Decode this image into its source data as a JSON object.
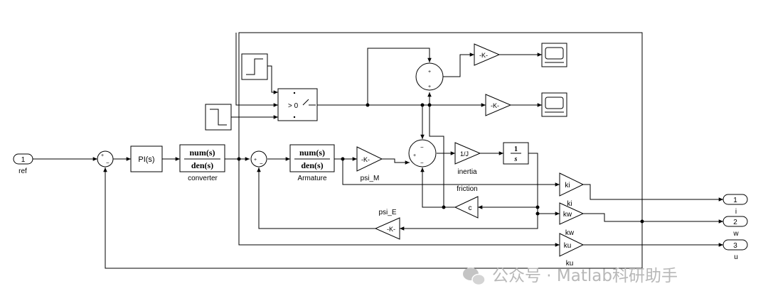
{
  "inports": [
    {
      "number": "1",
      "label": "ref"
    }
  ],
  "outports": [
    {
      "number": "1",
      "label": "i"
    },
    {
      "number": "2",
      "label": "w"
    },
    {
      "number": "3",
      "label": "u"
    }
  ],
  "blocks": {
    "pi": "PI(s)",
    "converter": {
      "num": "num(s)",
      "den": "den(s)",
      "label": "converter"
    },
    "armature": {
      "num": "num(s)",
      "den": "den(s)",
      "label": "Armature"
    },
    "psi_m": {
      "text": "-K-",
      "label": "psi_M"
    },
    "psi_e": {
      "text": "-K-",
      "label": "psi_E"
    },
    "inertia": {
      "text": "1/J",
      "label": "inertia"
    },
    "integrator": {
      "num": "1",
      "den": "s"
    },
    "friction": {
      "text": "c",
      "label": "friction"
    },
    "switch": "> 0",
    "gain_top1": "-K-",
    "gain_top2": "-K-",
    "ki": {
      "text": "ki",
      "label": "ki"
    },
    "kw": {
      "text": "kw",
      "label": "kw"
    },
    "ku": {
      "text": "ku",
      "label": "ku"
    }
  },
  "sum_signs": {
    "plus": "+",
    "minus": "−"
  },
  "watermark": "公众号 · Matlab科研助手"
}
